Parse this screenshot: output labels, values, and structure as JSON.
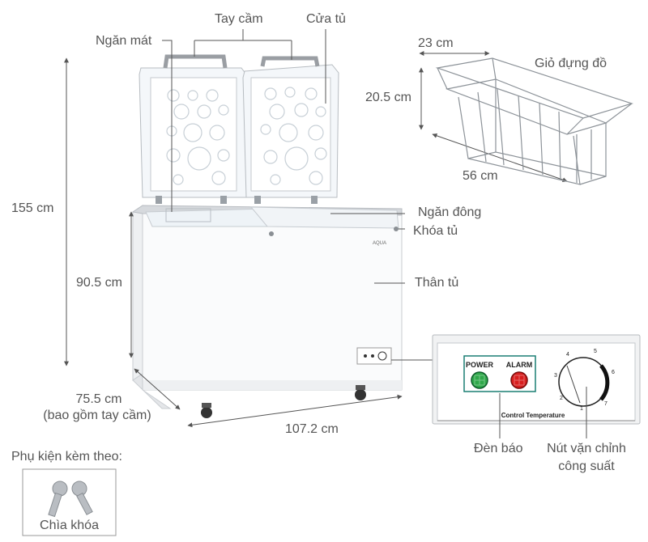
{
  "labels": {
    "tay_cam": "Tay cầm",
    "cua_tu": "Cửa tủ",
    "ngan_mat": "Ngăn mát",
    "ngan_dong": "Ngăn đông",
    "khoa_tu": "Khóa tủ",
    "than_tu": "Thân tủ",
    "gio_dung_do": "Giỏ đựng đồ",
    "den_bao": "Đèn báo",
    "nut_van_line1": "Nút vặn chỉnh",
    "nut_van_line2": "công suất",
    "phu_kien": "Phụ kiện kèm theo:",
    "chia_khoa": "Chìa khóa"
  },
  "dimensions": {
    "height_total": "155 cm",
    "height_body": "90.5 cm",
    "depth": "75.5 cm",
    "depth_note": "(bao gồm tay cầm)",
    "width": "107.2 cm",
    "basket_width": "23 cm",
    "basket_height": "20.5 cm",
    "basket_length": "56 cm"
  },
  "panel": {
    "power": "POWER",
    "alarm": "ALARM",
    "control": "Control Temperature",
    "dial_numbers": [
      "1",
      "2",
      "3",
      "4",
      "5",
      "6",
      "7"
    ]
  },
  "brand": "AQUA",
  "colors": {
    "power_led": "#2fa84a",
    "alarm_led": "#d81e1e",
    "led_frame": "#1a7f73",
    "line": "#555555"
  }
}
